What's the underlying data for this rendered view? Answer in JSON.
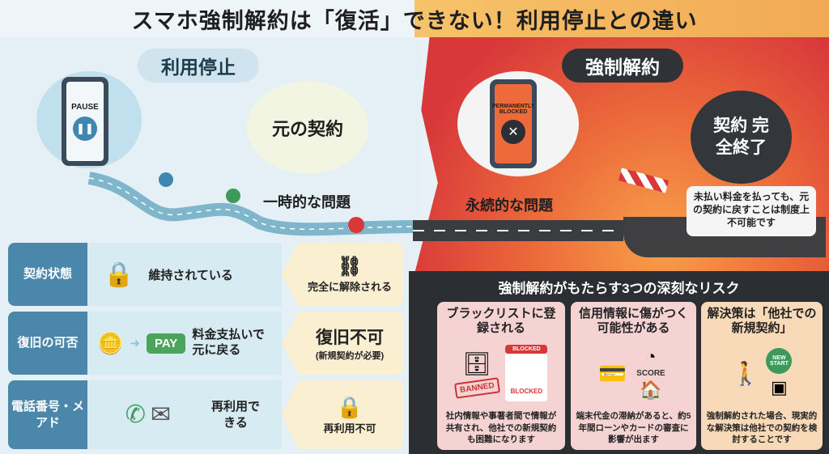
{
  "title": "スマホ強制解約は「復活」できない！利用停止との違い",
  "left": {
    "heading": "利用停止",
    "phone_text": "PAUSE",
    "bubble": "元の契約",
    "road_label": "一時的な問題"
  },
  "right": {
    "heading": "強制解約",
    "phone_text": "PERMANENTLY BLOCKED",
    "road_label": "永続的な問題",
    "bubble": "契約 完全終了",
    "note": "未払い料金を払っても、元の契約に戻すことは制度上不可能です"
  },
  "rows": [
    {
      "label": "契約状態",
      "left_text": "維持されている",
      "left_icon": "lock-icon",
      "right_text": "完全に解除される",
      "right_icon": "broken-chain-icon"
    },
    {
      "label": "復旧の可否",
      "left_text": "料金支払いで元に戻る",
      "left_icon": "coins-pay-icon",
      "pay": "PAY",
      "right_text": "復旧不可",
      "right_sub": "(新規契約が必要)"
    },
    {
      "label": "電話番号・メアド",
      "left_text": "再利用できる",
      "left_icon": "phone-mail-cycle-icon",
      "right_text": "再利用不可",
      "right_icon": "locked-x-icon"
    }
  ],
  "risks": {
    "title": "強制解約がもたらす3つの深刻なリスク",
    "cards": [
      {
        "heading": "ブラックリストに登録される",
        "tags": [
          "BANNED",
          "BLOCKED",
          "BLOCKED"
        ],
        "body": "社内情報や事著者間で情報が共有され、他社での新規契約も困難になります"
      },
      {
        "heading": "信用情報に傷がつく可能性がある",
        "tags": [
          "SCORE"
        ],
        "body": "端末代金の滞納があると、約5年間ローンやカードの審査に影響が出ます"
      },
      {
        "heading": "解決策は「他社での新規契約」",
        "tags": [
          "NEW START"
        ],
        "body": "強制解約された場合、現実的な解決策は他社での契約を検討することです"
      }
    ]
  },
  "colors": {
    "label_blue": "#4b87aa",
    "cream": "#fbefd2",
    "dark": "#2b2e33",
    "red": "#d8383a"
  }
}
